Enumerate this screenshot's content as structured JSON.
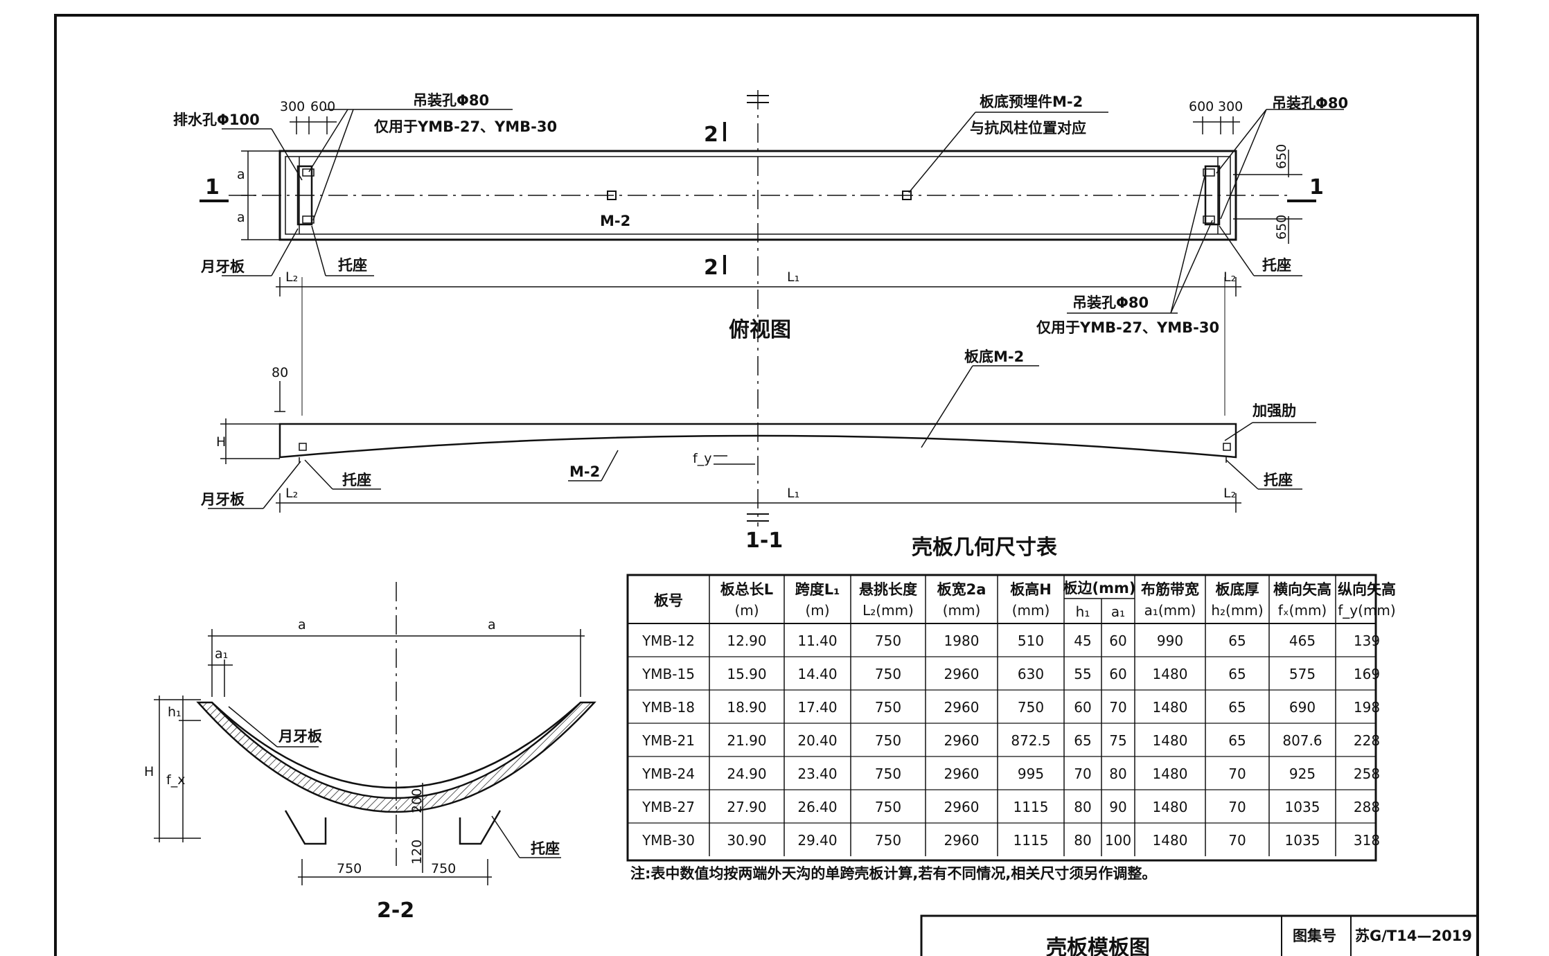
{
  "plan": {
    "drain_hole": "排水孔Φ100",
    "lift_hole_left": "吊装孔Φ80",
    "lift_hole_note_left": "仅用于YMB-27、YMB-30",
    "dim_300_left": "300",
    "dim_600_left": "600",
    "dim_600_right": "600",
    "dim_300_right": "300",
    "embed_label": "板底预埋件M-2",
    "embed_note": "与抗风柱位置对应",
    "lift_hole_right": "吊装孔Φ80",
    "lift_hole_right2": "吊装孔Φ80",
    "lift_hole_note_right": "仅用于YMB-27、YMB-30",
    "dim_650_top": "650",
    "dim_650_bottom": "650",
    "section_1": "1",
    "section_2": "2",
    "a": "a",
    "m2": "M-2",
    "crescent": "月牙板",
    "support": "托座",
    "L1": "L₁",
    "L2": "L₂",
    "view_title": "俯视图"
  },
  "elevation": {
    "dim_80": "80",
    "H": "H",
    "m2_label": "板底M-2",
    "rib": "加强肋",
    "support": "托座",
    "crescent": "月牙板",
    "m2": "M-2",
    "fy": "f_y",
    "L1": "L₁",
    "L2": "L₂",
    "title": "1-1"
  },
  "section": {
    "a_left": "a",
    "a_right": "a",
    "a1": "a₁",
    "h1": "h₁",
    "H": "H",
    "fx": "f_x",
    "crescent": "月牙板",
    "support": "托座",
    "dim_200": "200",
    "dim_120": "120",
    "dim_750_left": "750",
    "dim_750_right": "750",
    "title": "2-2"
  },
  "table": {
    "title": "壳板几何尺寸表",
    "headers": [
      {
        "top": "板号",
        "bottom": ""
      },
      {
        "top": "板总长L",
        "bottom": "(m)"
      },
      {
        "top": "跨度L₁",
        "bottom": "(m)"
      },
      {
        "top": "悬挑长度",
        "bottom": "L₂(mm)"
      },
      {
        "top": "板宽2a",
        "bottom": "(mm)"
      },
      {
        "top": "板高H",
        "bottom": "(mm)"
      },
      {
        "top": "板边(mm)",
        "bottom": ""
      },
      {
        "top": "布筋带宽",
        "bottom": "a₁(mm)"
      },
      {
        "top": "板底厚",
        "bottom": "h₂(mm)"
      },
      {
        "top": "横向矢高",
        "bottom": "fₓ(mm)"
      },
      {
        "top": "纵向矢高",
        "bottom": "f_y(mm)"
      }
    ],
    "sub_h1": "h₁",
    "sub_a1": "a₁",
    "rows": [
      [
        "YMB-12",
        "12.90",
        "11.40",
        "750",
        "1980",
        "510",
        "45",
        "60",
        "990",
        "65",
        "465",
        "139"
      ],
      [
        "YMB-15",
        "15.90",
        "14.40",
        "750",
        "2960",
        "630",
        "55",
        "60",
        "1480",
        "65",
        "575",
        "169"
      ],
      [
        "YMB-18",
        "18.90",
        "17.40",
        "750",
        "2960",
        "750",
        "60",
        "70",
        "1480",
        "65",
        "690",
        "198"
      ],
      [
        "YMB-21",
        "21.90",
        "20.40",
        "750",
        "2960",
        "872.5",
        "65",
        "75",
        "1480",
        "65",
        "807.6",
        "228"
      ],
      [
        "YMB-24",
        "24.90",
        "23.40",
        "750",
        "2960",
        "995",
        "70",
        "80",
        "1480",
        "70",
        "925",
        "258"
      ],
      [
        "YMB-27",
        "27.90",
        "26.40",
        "750",
        "2960",
        "1115",
        "80",
        "90",
        "1480",
        "70",
        "1035",
        "288"
      ],
      [
        "YMB-30",
        "30.90",
        "29.40",
        "750",
        "2960",
        "1115",
        "80",
        "100",
        "1480",
        "70",
        "1035",
        "318"
      ]
    ],
    "note": "注:表中数值均按两端外天沟的单跨壳板计算,若有不同情况,相关尺寸须另作调整。"
  },
  "titleblock": {
    "drawing_title": "壳板模板图",
    "atlas_label": "图集号",
    "atlas_no": "苏G/T14—2019"
  }
}
